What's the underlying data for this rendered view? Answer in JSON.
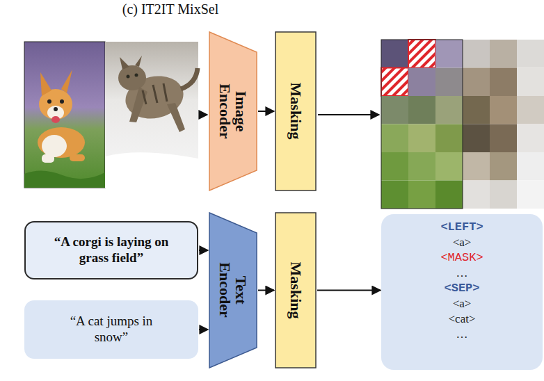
{
  "diagram": {
    "title": "(c) IT2IT MixSel",
    "nodes": [
      {
        "text": [
          "Image Encoder"
        ]
      },
      {
        "text": [
          "Masking"
        ]
      },
      {
        "text": [
          "“A corgi is laying on grass field”"
        ]
      },
      {
        "text": [
          "“A cat jumps in snow”"
        ]
      },
      {
        "text": [
          "Text Encoder"
        ]
      },
      {
        "text": [
          "Masking"
        ]
      },
      {
        "text": [
          "<LEFT>",
          "<a>",
          "<MASK>",
          "…",
          "<SEP>",
          "<a>",
          "<cat>",
          "…"
        ]
      }
    ],
    "edges": [
      {
        "from": 0,
        "to": 1,
        "arrow": "to"
      },
      {
        "from": 2,
        "to": 4,
        "arrow": "to"
      },
      {
        "from": 3,
        "to": 4,
        "arrow": "to"
      },
      {
        "from": 4,
        "to": 5,
        "arrow": "to"
      },
      {
        "from": 5,
        "to": 6,
        "arrow": "to"
      }
    ]
  }
}
